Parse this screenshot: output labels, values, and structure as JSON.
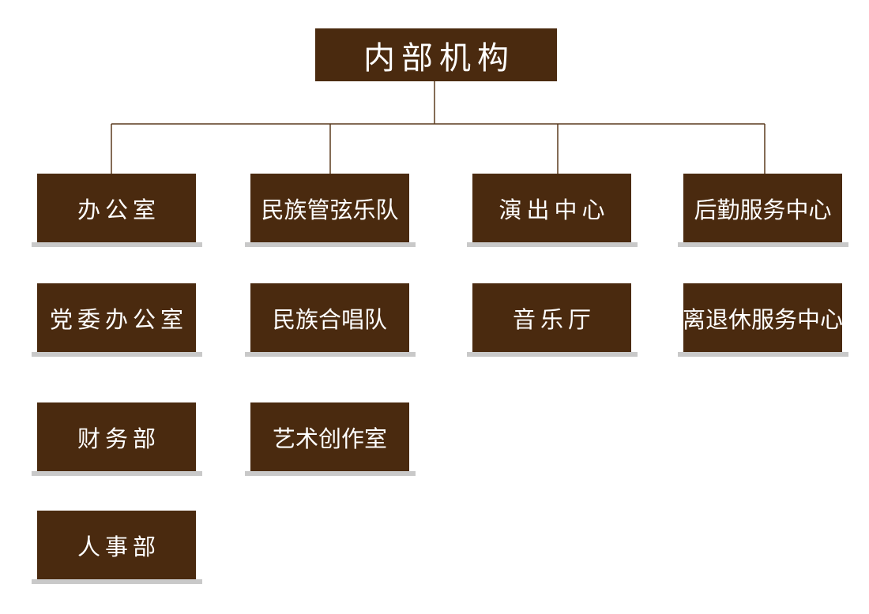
{
  "root": {
    "label": "内部机构"
  },
  "columns": [
    {
      "departments": [
        "办公室",
        "党委办公室",
        "财务部",
        "人事部"
      ]
    },
    {
      "departments": [
        "民族管弦乐队",
        "民族合唱队",
        "艺术创作室"
      ]
    },
    {
      "departments": [
        "演出中心",
        "音乐厅"
      ]
    },
    {
      "departments": [
        "后勤服务中心",
        "离退休服务中心"
      ]
    }
  ],
  "colors": {
    "box_fill": "#4a2a0f",
    "box_text": "#ffffff",
    "connector": "#5a3a1e",
    "shadow": "#c9c9c9"
  }
}
